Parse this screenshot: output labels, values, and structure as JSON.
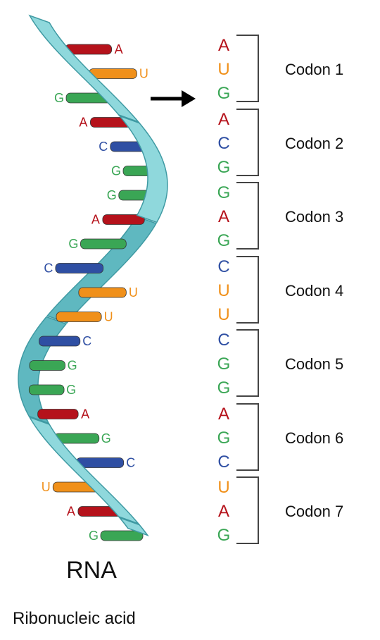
{
  "colors": {
    "A": "#b5121b",
    "U": "#f0901a",
    "G": "#3aa655",
    "C": "#2f4fa3",
    "backbone": "#8fd8dc",
    "backbone_dark": "#3f9aa3",
    "arrow": "#000000"
  },
  "strand_bases": [
    "A",
    "U",
    "G",
    "A",
    "C",
    "G",
    "G",
    "A",
    "G",
    "C",
    "U",
    "U",
    "C",
    "G",
    "G",
    "A",
    "G",
    "C",
    "U",
    "A",
    "G"
  ],
  "codons": [
    {
      "label": "Codon 1",
      "bases": [
        "A",
        "U",
        "G"
      ]
    },
    {
      "label": "Codon 2",
      "bases": [
        "A",
        "C",
        "G"
      ]
    },
    {
      "label": "Codon 3",
      "bases": [
        "G",
        "A",
        "G"
      ]
    },
    {
      "label": "Codon 4",
      "bases": [
        "C",
        "U",
        "U"
      ]
    },
    {
      "label": "Codon 5",
      "bases": [
        "C",
        "G",
        "G"
      ]
    },
    {
      "label": "Codon 6",
      "bases": [
        "A",
        "G",
        "C"
      ]
    },
    {
      "label": "Codon 7",
      "bases": [
        "U",
        "A",
        "G"
      ]
    }
  ],
  "title": "RNA",
  "subtitle": "Ribonucleic acid"
}
